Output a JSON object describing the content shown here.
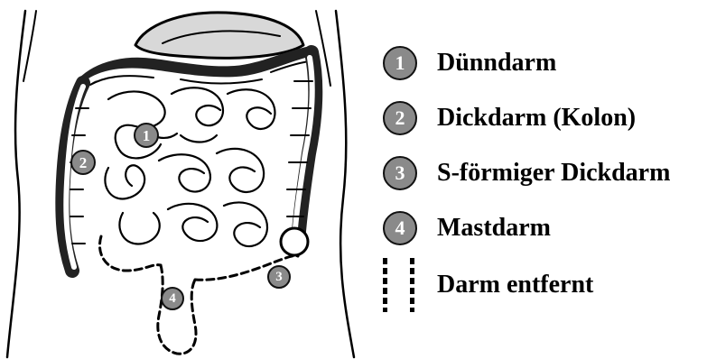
{
  "markers": [
    {
      "id": "1",
      "name": "Dünndarm"
    },
    {
      "id": "2",
      "name": "Dickdarm (Kolon)"
    },
    {
      "id": "3",
      "name": "S-förmiger Dickdarm"
    },
    {
      "id": "4",
      "name": "Mastdarm"
    }
  ],
  "legend": {
    "items": [
      {
        "number": "1",
        "label": "Dünndarm"
      },
      {
        "number": "2",
        "label": "Dickdarm (Kolon)"
      },
      {
        "number": "3",
        "label": "S-förmiger Dickdarm"
      },
      {
        "number": "4",
        "label": "Mastdarm"
      }
    ],
    "removed_label": "Darm entfernt"
  },
  "colors": {
    "marker_fill": "#8a8a8a",
    "marker_text": "#ffffff",
    "outline": "#000000"
  }
}
